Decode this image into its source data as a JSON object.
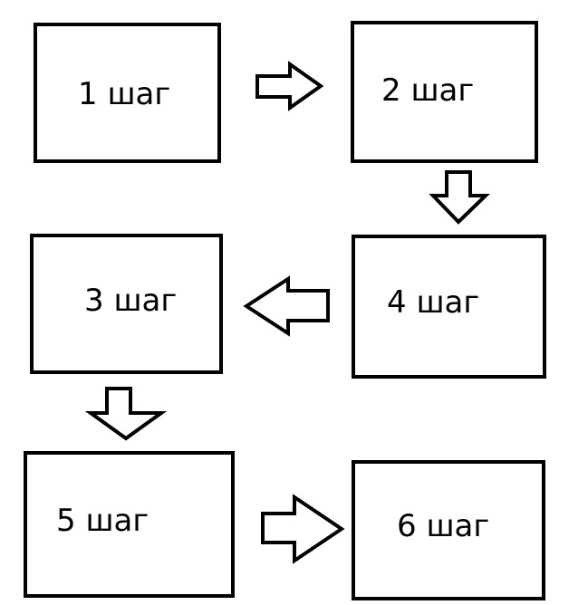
{
  "steps": [
    {
      "id": 1,
      "label": "1 шаг"
    },
    {
      "id": 2,
      "label": "2 шаг"
    },
    {
      "id": 3,
      "label": "3 шаг"
    },
    {
      "id": 4,
      "label": "4 шаг"
    },
    {
      "id": 5,
      "label": "5 шаг"
    },
    {
      "id": 6,
      "label": "6 шаг"
    }
  ],
  "arrows": [
    {
      "from": 1,
      "to": 2,
      "direction": "right"
    },
    {
      "from": 2,
      "to": 4,
      "direction": "down"
    },
    {
      "from": 4,
      "to": 3,
      "direction": "left"
    },
    {
      "from": 3,
      "to": 5,
      "direction": "down"
    },
    {
      "from": 5,
      "to": 6,
      "direction": "right"
    }
  ],
  "colors": {
    "stroke": "#000000",
    "fill": "#ffffff"
  }
}
